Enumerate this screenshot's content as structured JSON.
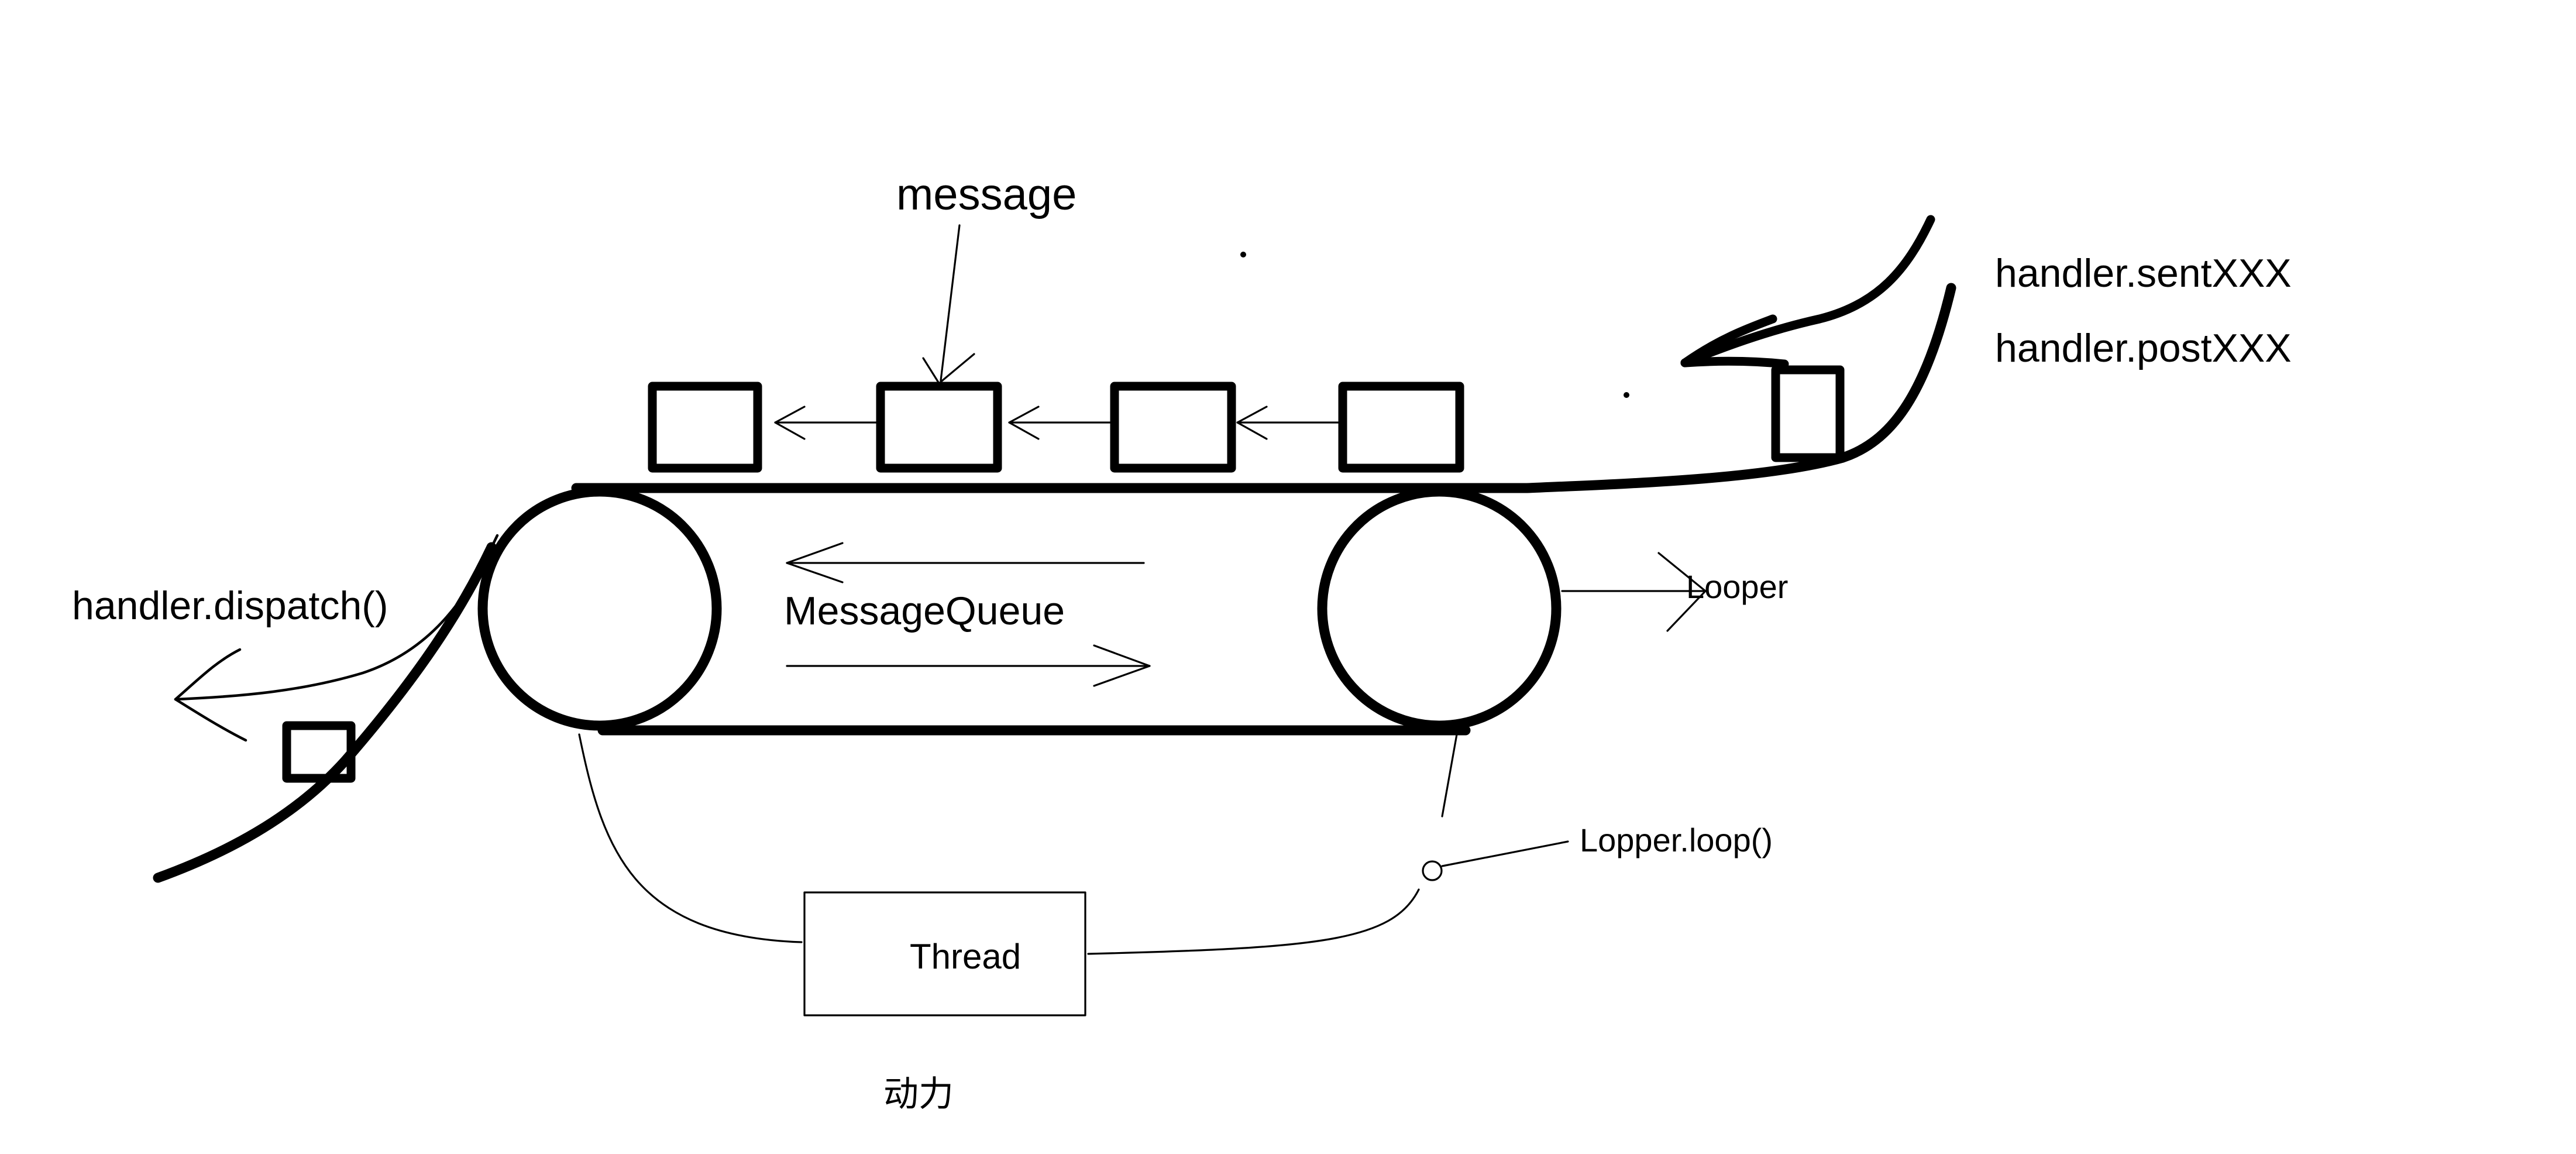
{
  "diagram": {
    "labels": {
      "message": "message",
      "handler_send": "handler.sentXXX",
      "handler_post": "handler.postXXX",
      "handler_dispatch": "handler.dispatch()",
      "message_queue": "MessageQueue",
      "looper": "Looper",
      "looper_loop": "Lopper.loop()",
      "thread": "Thread",
      "power": "动力"
    }
  }
}
